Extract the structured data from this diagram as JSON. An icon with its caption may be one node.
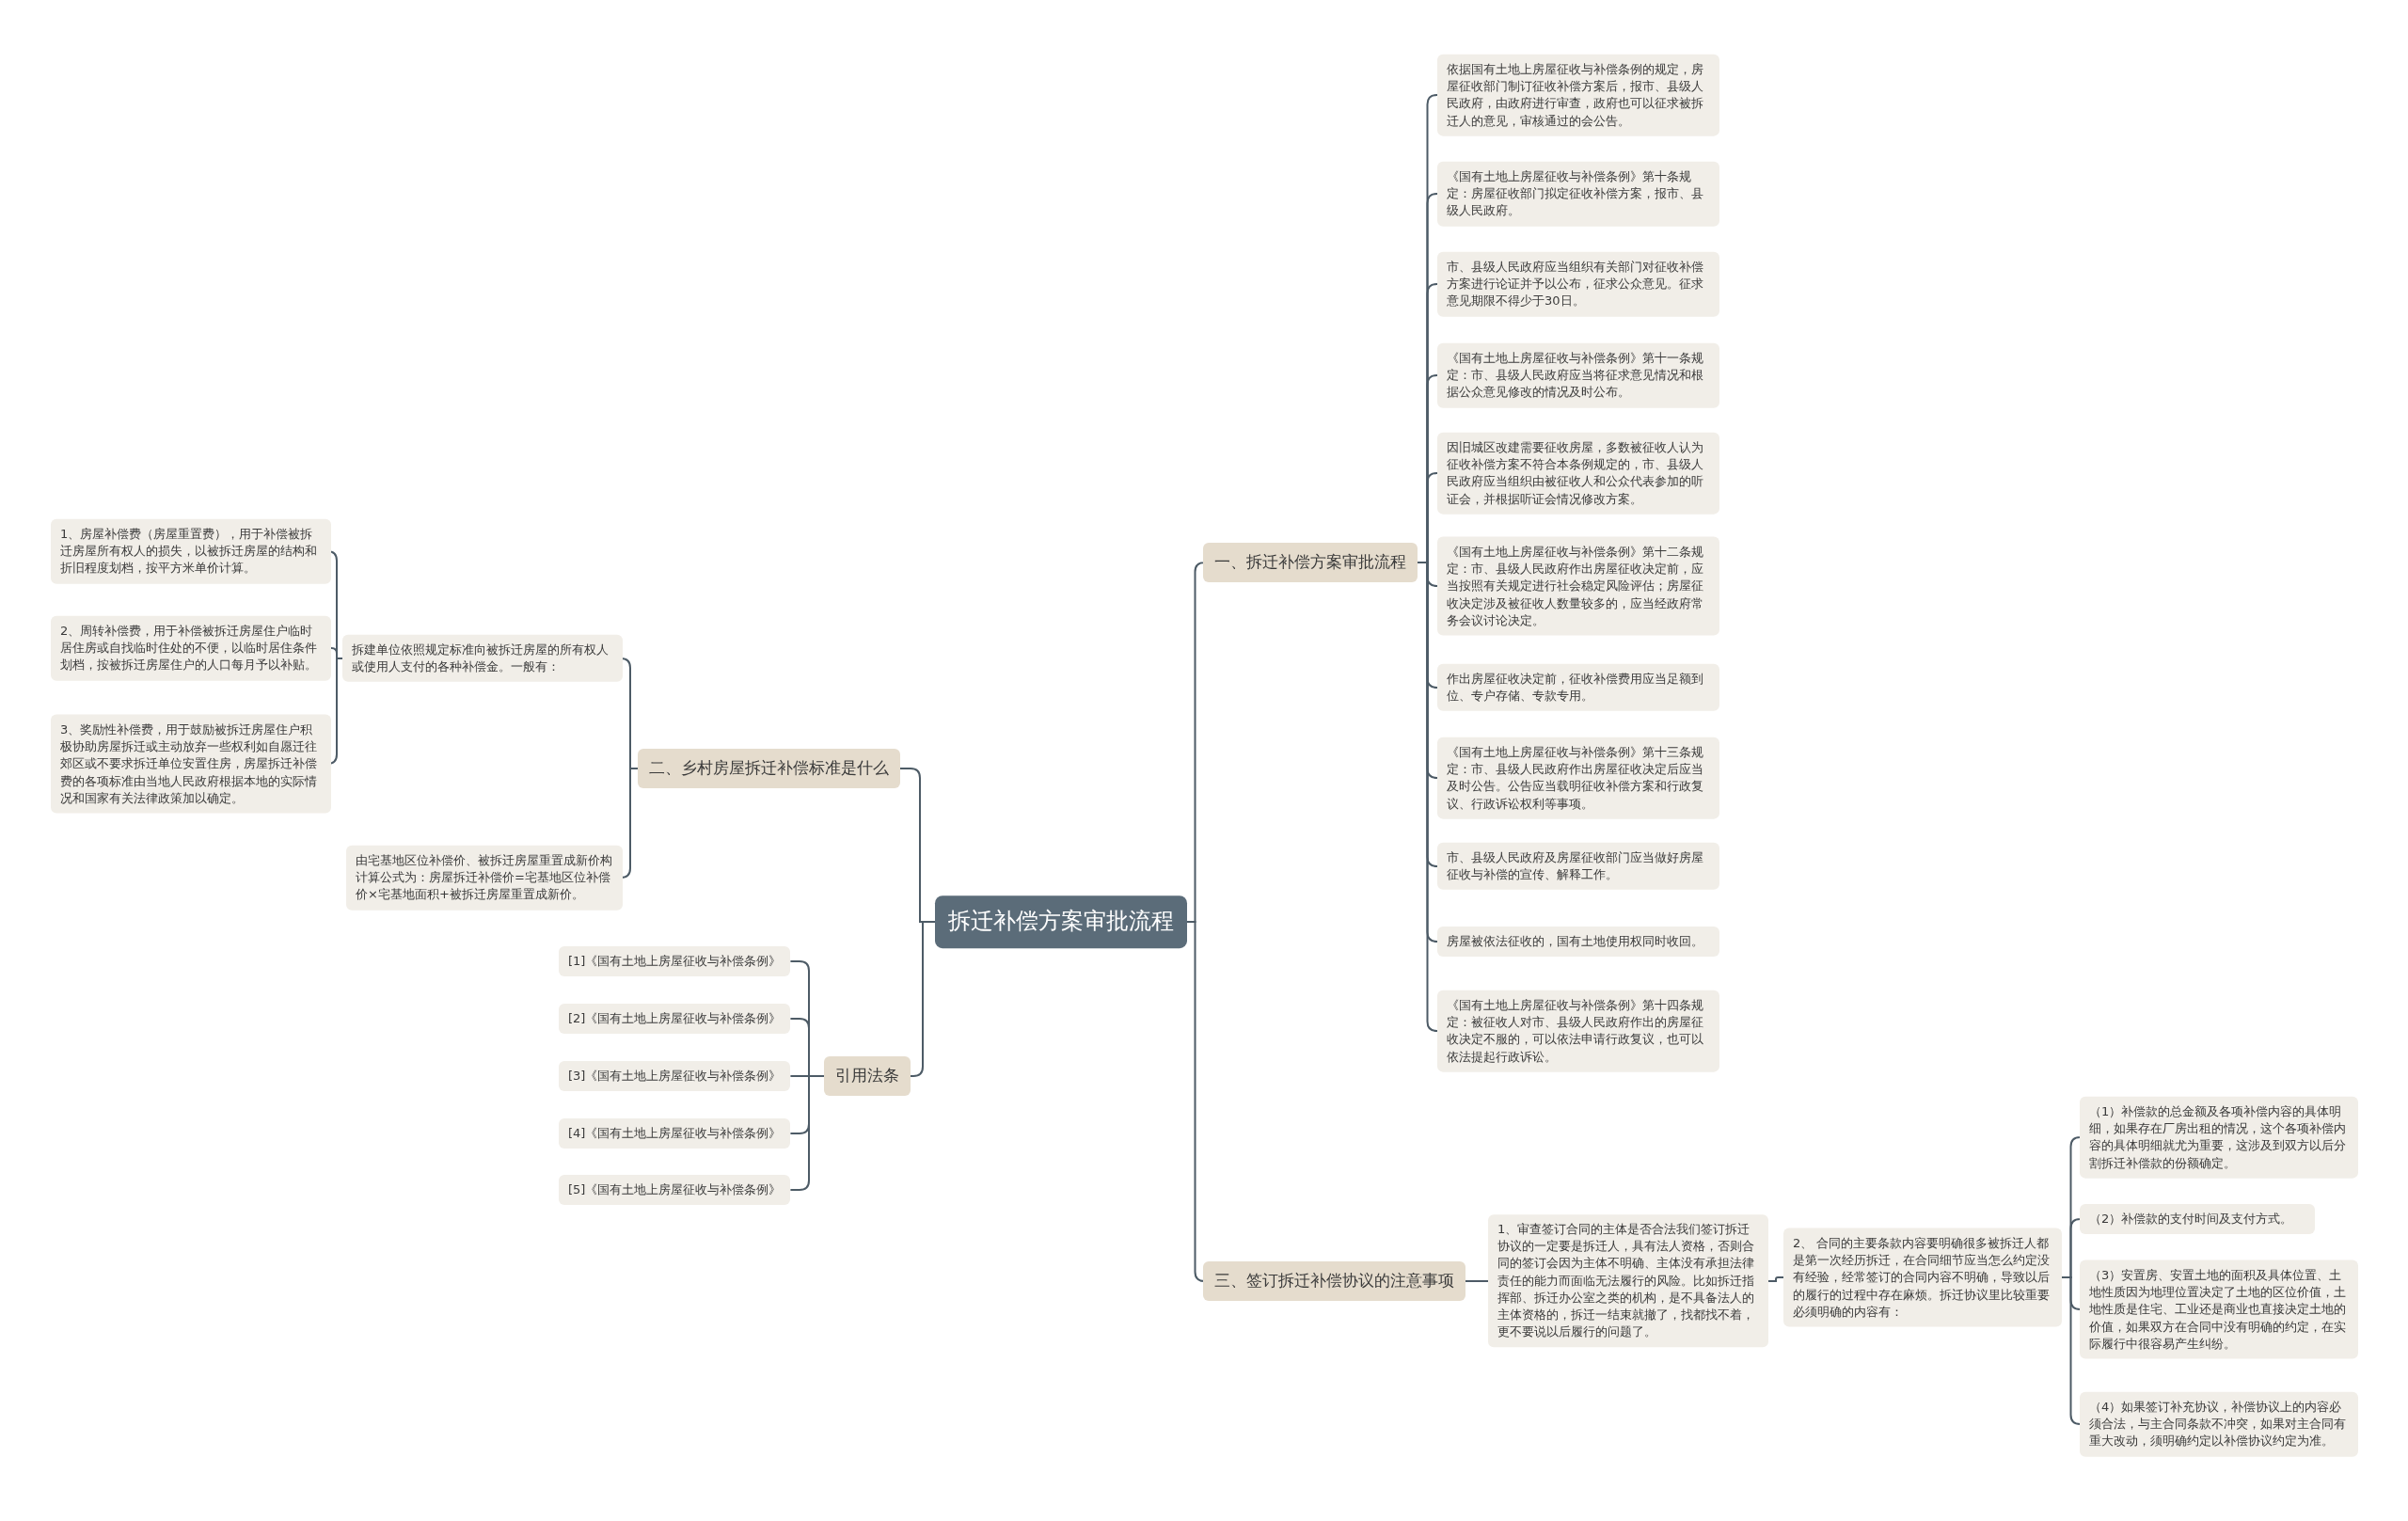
{
  "diagram": {
    "nodes": [
      {
        "text": [
          "拆迁补偿方案审批流程"
        ]
      },
      {
        "text": [
          "一、拆迁补偿方案审批流程"
        ]
      },
      {
        "text": [
          "依据国有土地上房屋征收与补偿条例的规定，房屋征收部门制订征收补偿方案后，报市、县级人民政府，由政府进行审查，政府也可以征求被拆迁人的意见，审核通过的会公告。"
        ]
      },
      {
        "text": [
          "《国有土地上房屋征收与补偿条例》第十条规定：房屋征收部门拟定征收补偿方案，报市、县级人民政府。"
        ]
      },
      {
        "text": [
          "市、县级人民政府应当组织有关部门对征收补偿方案进行论证并予以公布，征求公众意见。征求意见期限不得少于30日。"
        ]
      },
      {
        "text": [
          "《国有土地上房屋征收与补偿条例》第十一条规定：市、县级人民政府应当将征求意见情况和根据公众意见修改的情况及时公布。"
        ]
      },
      {
        "text": [
          "因旧城区改建需要征收房屋，多数被征收人认为征收补偿方案不符合本条例规定的，市、县级人民政府应当组织由被征收人和公众代表参加的听证会，并根据听证会情况修改方案。"
        ]
      },
      {
        "text": [
          "《国有土地上房屋征收与补偿条例》第十二条规定：市、县级人民政府作出房屋征收决定前，应当按照有关规定进行社会稳定风险评估；房屋征收决定涉及被征收人数量较多的，应当经政府常务会议讨论决定。"
        ]
      },
      {
        "text": [
          "作出房屋征收决定前，征收补偿费用应当足额到位、专户存储、专款专用。"
        ]
      },
      {
        "text": [
          "《国有土地上房屋征收与补偿条例》第十三条规定：市、县级人民政府作出房屋征收决定后应当及时公告。公告应当载明征收补偿方案和行政复议、行政诉讼权利等事项。"
        ]
      },
      {
        "text": [
          "市、县级人民政府及房屋征收部门应当做好房屋征收与补偿的宣传、解释工作。"
        ]
      },
      {
        "text": [
          "房屋被依法征收的，国有土地使用权同时收回。"
        ]
      },
      {
        "text": [
          "《国有土地上房屋征收与补偿条例》第十四条规定：被征收人对市、县级人民政府作出的房屋征收决定不服的，可以依法申请行政复议，也可以依法提起行政诉讼。"
        ]
      },
      {
        "text": [
          "三、签订拆迁补偿协议的注意事项"
        ]
      },
      {
        "text": [
          "1、审查签订合同的主体是否合法我们签订拆迁协议的一定要是拆迁人，具有法人资格，否则合同的签订会因为主体不明确、主体没有承担法律责任的能力而面临无法履行的风险。比如拆迁指挥部、拆迁办公室之类的机构，是不具备法人的主体资格的，拆迁一结束就撤了，找都找不着，更不要说以后履行的问题了。"
        ]
      },
      {
        "text": [
          "2、 合同的主要条款内容要明确很多被拆迁人都是第一次经历拆迁，在合同细节应当怎么约定没有经验，经常签订的合同内容不明确，导致以后的履行的过程中存在麻烦。拆迁协议里比较重要必须明确的内容有："
        ]
      },
      {
        "text": [
          "（1）补偿款的总金额及各项补偿内容的具体明细，如果存在厂房出租的情况，这个各项补偿内容的具体明细就尤为重要，这涉及到双方以后分割拆迁补偿款的份额确定。"
        ]
      },
      {
        "text": [
          "（2）补偿款的支付时间及支付方式。"
        ]
      },
      {
        "text": [
          "（3）安置房、安置土地的面积及具体位置、土地性质因为地理位置决定了土地的区位价值，土地性质是住宅、工业还是商业也直接决定土地的价值，如果双方在合同中没有明确的约定，在实际履行中很容易产生纠纷。"
        ]
      },
      {
        "text": [
          "（4）如果签订补充协议，补偿协议上的内容必须合法，与主合同条款不冲突，如果对主合同有重大改动，须明确约定以补偿协议约定为准。"
        ]
      },
      {
        "text": [
          "二、乡村房屋拆迁补偿标准是什么"
        ]
      },
      {
        "text": [
          "拆建单位依照规定标准向被拆迁房屋的所有权人或使用人支付的各种补偿金。一般有："
        ]
      },
      {
        "text": [
          "1、房屋补偿费（房屋重置费），用于补偿被拆迁房屋所有权人的损失，以被拆迁房屋的结构和折旧程度划档，按平方米单价计算。"
        ]
      },
      {
        "text": [
          "2、周转补偿费，用于补偿被拆迁房屋住户临时居住房或自找临时住处的不便，以临时居住条件划档，按被拆迁房屋住户的人口每月予以补贴。"
        ]
      },
      {
        "text": [
          "3、奖励性补偿费，用于鼓励被拆迁房屋住户积极协助房屋拆迁或主动放弃一些权利如自愿迁往郊区或不要求拆迁单位安置住房，房屋拆迁补偿费的各项标准由当地人民政府根据本地的实际情况和国家有关法律政策加以确定。"
        ]
      },
      {
        "text": [
          "由宅基地区位补偿价、被拆迁房屋重置成新价构计算公式为：房屋拆迁补偿价=宅基地区位补偿价×宅基地面积+被拆迁房屋重置成新价。"
        ]
      },
      {
        "text": [
          "引用法条"
        ]
      },
      {
        "text": [
          "[1]《国有土地上房屋征收与补偿条例》"
        ]
      },
      {
        "text": [
          "[2]《国有土地上房屋征收与补偿条例》"
        ]
      },
      {
        "text": [
          "[3]《国有土地上房屋征收与补偿条例》"
        ]
      },
      {
        "text": [
          "[4]《国有土地上房屋征收与补偿条例》"
        ]
      },
      {
        "text": [
          "[5]《国有土地上房屋征收与补偿条例》"
        ]
      }
    ],
    "edges": [
      {
        "from": 0,
        "to": 1,
        "arrow": "none"
      },
      {
        "from": 0,
        "to": 13,
        "arrow": "none"
      },
      {
        "from": 0,
        "to": 20,
        "arrow": "none"
      },
      {
        "from": 0,
        "to": 26,
        "arrow": "none"
      },
      {
        "from": 1,
        "to": 2,
        "arrow": "none"
      },
      {
        "from": 1,
        "to": 3,
        "arrow": "none"
      },
      {
        "from": 1,
        "to": 4,
        "arrow": "none"
      },
      {
        "from": 1,
        "to": 5,
        "arrow": "none"
      },
      {
        "from": 1,
        "to": 6,
        "arrow": "none"
      },
      {
        "from": 1,
        "to": 7,
        "arrow": "none"
      },
      {
        "from": 1,
        "to": 8,
        "arrow": "none"
      },
      {
        "from": 1,
        "to": 9,
        "arrow": "none"
      },
      {
        "from": 1,
        "to": 10,
        "arrow": "none"
      },
      {
        "from": 1,
        "to": 11,
        "arrow": "none"
      },
      {
        "from": 1,
        "to": 12,
        "arrow": "none"
      },
      {
        "from": 13,
        "to": 14,
        "arrow": "none"
      },
      {
        "from": 14,
        "to": 15,
        "arrow": "none"
      },
      {
        "from": 15,
        "to": 16,
        "arrow": "none"
      },
      {
        "from": 15,
        "to": 17,
        "arrow": "none"
      },
      {
        "from": 15,
        "to": 18,
        "arrow": "none"
      },
      {
        "from": 15,
        "to": 19,
        "arrow": "none"
      },
      {
        "from": 20,
        "to": 21,
        "arrow": "none"
      },
      {
        "from": 20,
        "to": 25,
        "arrow": "none"
      },
      {
        "from": 21,
        "to": 22,
        "arrow": "none"
      },
      {
        "from": 21,
        "to": 23,
        "arrow": "none"
      },
      {
        "from": 21,
        "to": 24,
        "arrow": "none"
      },
      {
        "from": 26,
        "to": 27,
        "arrow": "none"
      },
      {
        "from": 26,
        "to": 28,
        "arrow": "none"
      },
      {
        "from": 26,
        "to": 29,
        "arrow": "none"
      },
      {
        "from": 26,
        "to": 30,
        "arrow": "none"
      },
      {
        "from": 26,
        "to": 31,
        "arrow": "none"
      }
    ]
  }
}
